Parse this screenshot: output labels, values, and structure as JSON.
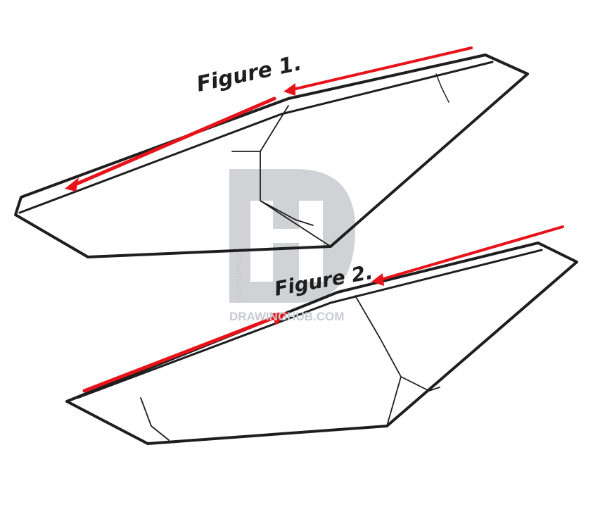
{
  "figures": [
    {
      "label": "Figure 1."
    },
    {
      "label": "Figure 2."
    }
  ],
  "watermark": {
    "logo_letter": "D",
    "credit": "©DARKONATOR",
    "site": "DRAWINGHUB.COM",
    "color": "#c8cacf"
  },
  "colors": {
    "ink": "#1e1e1e",
    "arrow": "#e8121a"
  }
}
